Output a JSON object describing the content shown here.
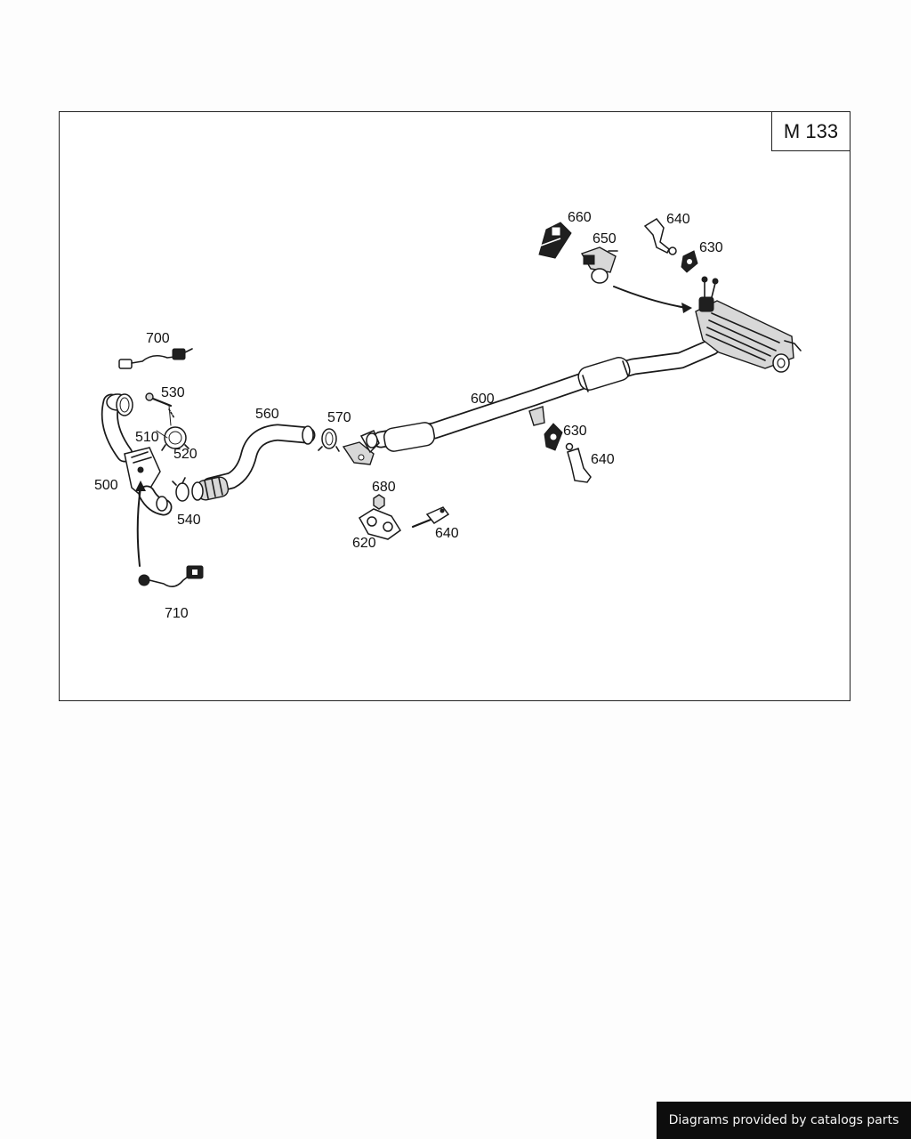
{
  "diagram": {
    "model_code": "M 133",
    "parts": {
      "p500": "500",
      "p510": "510",
      "p520": "520",
      "p530": "530",
      "p540": "540",
      "p560": "560",
      "p570": "570",
      "p600": "600",
      "p620": "620",
      "p630a": "630",
      "p630b": "630",
      "p640a": "640",
      "p640b": "640",
      "p640c": "640",
      "p650": "650",
      "p660": "660",
      "p680": "680",
      "p700": "700",
      "p710": "710"
    }
  },
  "footer": {
    "credit": "Diagrams provided by catalogs parts"
  }
}
